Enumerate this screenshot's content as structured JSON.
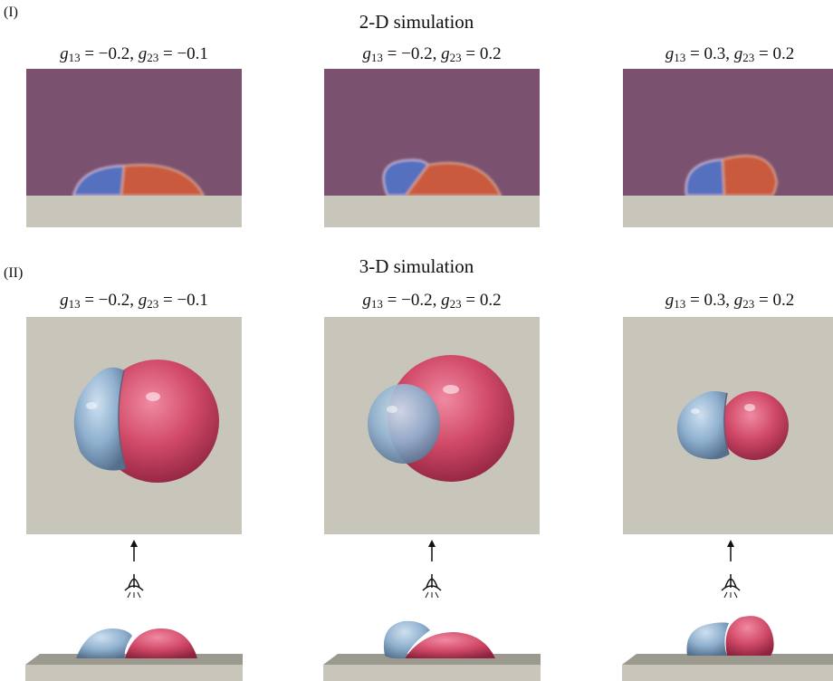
{
  "section_1": {
    "label": "(I)",
    "title": "2-D simulation"
  },
  "section_2": {
    "label": "(II)",
    "title": "3-D simulation"
  },
  "cases": [
    {
      "g13": "−0.2",
      "g23": "−0.1"
    },
    {
      "g13": "−0.2",
      "g23": "0.2"
    },
    {
      "g13": "0.3",
      "g23": "0.2"
    }
  ],
  "symbols": {
    "g": "g",
    "sub13": "13",
    "sub23": "23",
    "eq": " = ",
    "sep": ", "
  },
  "colors": {
    "matrix_purple": "#7a5270",
    "substrate_gray": "#c8c5bb",
    "phase_blue_2d": "#5470bf",
    "phase_red_2d": "#c95a3c",
    "phase_blue_3d": "#8fb0cf",
    "phase_red_3d": "#d14a68"
  },
  "icons": [
    "eye-viewer-icon",
    "up-arrow-icon"
  ]
}
